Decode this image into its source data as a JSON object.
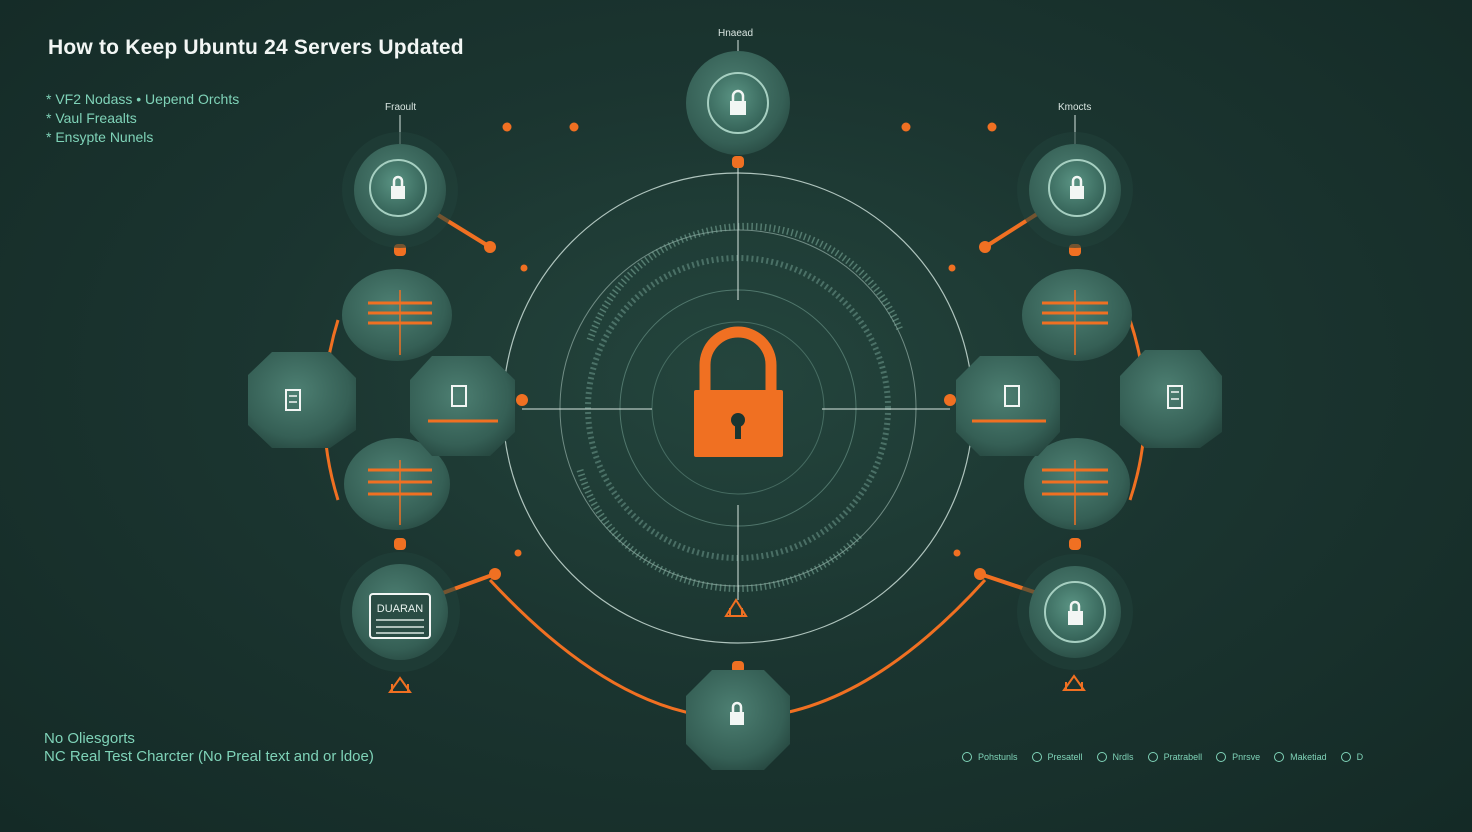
{
  "header": {
    "title": "How to Keep Ubuntu 24 Servers Updated"
  },
  "features": [
    "* VF2 Nodass  • Uepend Orchts",
    "* Vaul Freaalts",
    "* Ensypte Nunels"
  ],
  "note": {
    "line1": "No Oliesgorts",
    "line2": "NC Real Test Charcter (No Preal text and or ldoe)"
  },
  "labels": {
    "top": "Hnaead",
    "left": "Fraoult",
    "right": "Kmocts"
  },
  "panel_text": "DUARAN",
  "legend": [
    {
      "icon": "circle-icon",
      "label": "Pohstunls"
    },
    {
      "icon": "circle-icon",
      "label": "Presatell"
    },
    {
      "icon": "circle-icon",
      "label": "Nrdls"
    },
    {
      "icon": "circle-icon",
      "label": "Pratrabell"
    },
    {
      "icon": "circle-icon",
      "label": "Pnrsve"
    },
    {
      "icon": "circle-icon",
      "label": "Maketiad"
    },
    {
      "icon": "circle-icon",
      "label": "D"
    }
  ],
  "colors": {
    "background": "#1b3530",
    "node": "#3d6a5f",
    "node_dark": "#2a4c44",
    "accent": "#f07022",
    "teal_text": "#7fd3b8",
    "ring": "#c9ddd6"
  },
  "icons": {
    "center": "padlock-icon",
    "node_lock": "lock-icon",
    "node_server": "server-rack-icon",
    "node_doc": "document-icon",
    "bottom_small": "building-icon"
  }
}
